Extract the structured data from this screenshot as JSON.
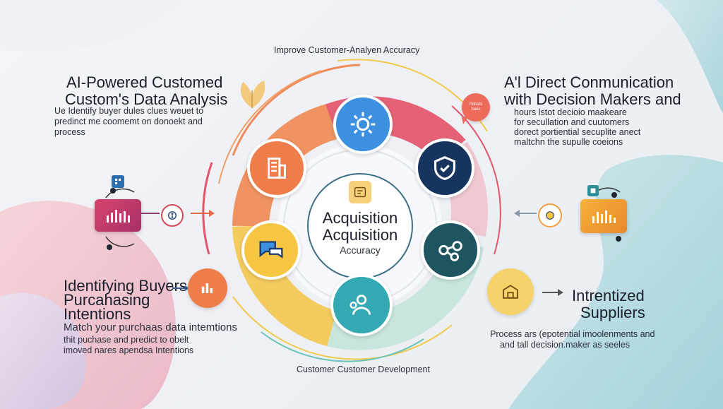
{
  "diagram": {
    "top_label": "Improve Customer-Analyen Accuracy",
    "bottom_label": "Customer Customer Development",
    "center": {
      "line1": "Acquisition",
      "line2": "Acquisition",
      "line3": "Accuracy"
    },
    "left_top": {
      "title1": "AI-Powered Customed",
      "title2": "Custom's Data Analysis",
      "desc1": "Ue Identify buyer dules clues weuet to",
      "desc2": "predinct me coomemt on donoekt and",
      "desc3": "process"
    },
    "left_bottom": {
      "title1": "Identifying Buyers",
      "title2": "Purcahasing",
      "title3": "Intentions",
      "desc1": "Match your purchaas data intemtions",
      "desc2": "thit puchase and predict to obelt",
      "desc3": "imoved nares apendsa Intentions"
    },
    "right_top": {
      "title1": "A'l Direct Conmunication",
      "title2": "with Decision Makers and",
      "desc1": "hours lstot decioio maakeare",
      "desc2": "for secullation and cuutomers",
      "desc3": "dorect portiential secuplite anect",
      "desc4": "maltchn the supulle coeions"
    },
    "right_bottom": {
      "title1": "Intrentized",
      "title2": "Suppliers",
      "desc1": "Process ars (epotential imoolenments and",
      "desc2": "and tall decision.maker as  seeles"
    },
    "bubble_text": "Pdnsts naus",
    "colors": {
      "ring_orange": "#ef8a5a",
      "ring_red": "#e4556a",
      "ring_yellow": "#f2c94c",
      "ring_teal": "#6cc3b8",
      "node_blue": "#3d8fe0",
      "node_navy": "#16345e",
      "node_dark_teal": "#1f5560",
      "node_teal": "#35a9b3",
      "node_orange": "#ef7d4a",
      "node_yellow": "#f6c643"
    },
    "icons": [
      "gear-icon",
      "shield-icon",
      "people-icon",
      "network-icon",
      "building-icon",
      "chart-icon",
      "chat-icon"
    ]
  }
}
